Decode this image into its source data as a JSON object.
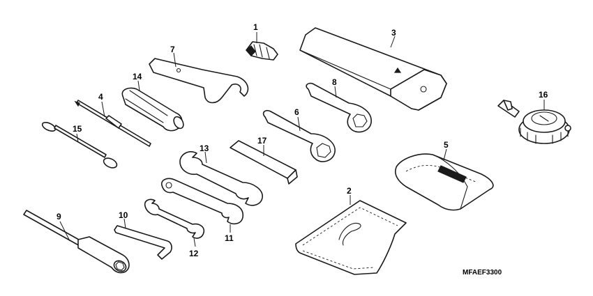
{
  "callouts": {
    "p1": "1",
    "p2": "2",
    "p3": "3",
    "p4": "4",
    "p5": "5",
    "p6": "6",
    "p7": "7",
    "p8": "8",
    "p9": "9",
    "p10": "10",
    "p11": "11",
    "p12": "12",
    "p13": "13",
    "p14": "14",
    "p15": "15",
    "p16": "16",
    "p17": "17"
  },
  "diagram_code": "MFAEF3300",
  "colors": {
    "line": "#1a1a1a",
    "background": "#ffffff"
  }
}
